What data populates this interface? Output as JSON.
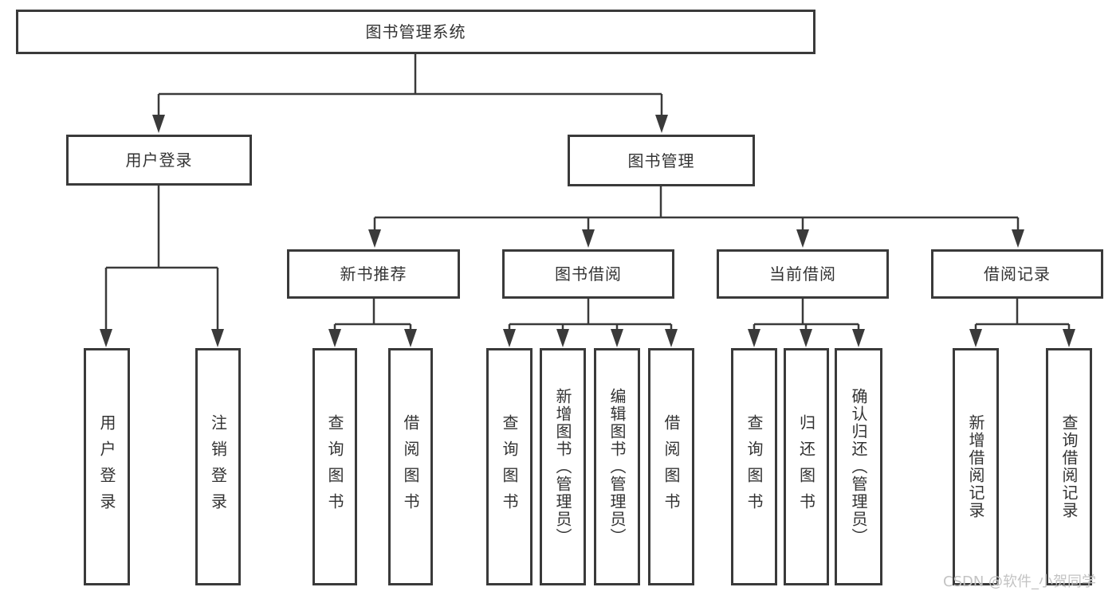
{
  "diagram": {
    "title": "图书管理系统",
    "nodes": {
      "root": {
        "label": "图书管理系统"
      },
      "user_login": {
        "label": "用户登录"
      },
      "book_mgmt": {
        "label": "图书管理"
      },
      "new_book": {
        "label": "新书推荐"
      },
      "book_borrow": {
        "label": "图书借阅"
      },
      "current_borrow": {
        "label": "当前借阅"
      },
      "borrow_record": {
        "label": "借阅记录"
      },
      "leaf_user_login": {
        "label": "用户登录"
      },
      "leaf_logout": {
        "label": "注销登录"
      },
      "leaf_query_book_1": {
        "label": "查询图书"
      },
      "leaf_borrow_book_1": {
        "label": "借阅图书"
      },
      "leaf_query_book_2": {
        "label": "查询图书"
      },
      "leaf_add_book": {
        "label": "新增图书（管理员）"
      },
      "leaf_edit_book": {
        "label": "编辑图书（管理员）"
      },
      "leaf_borrow_book_2": {
        "label": "借阅图书"
      },
      "leaf_query_book_3": {
        "label": "查询图书"
      },
      "leaf_return_book": {
        "label": "归还图书"
      },
      "leaf_confirm_return": {
        "label": "确认归还（管理员）"
      },
      "leaf_add_record": {
        "label": "新增借阅记录"
      },
      "leaf_query_record": {
        "label": "查询借阅记录"
      }
    },
    "hierarchy": {
      "图书管理系统": [
        "用户登录",
        "图书管理"
      ],
      "用户登录": [
        "用户登录",
        "注销登录"
      ],
      "图书管理": [
        "新书推荐",
        "图书借阅",
        "当前借阅",
        "借阅记录"
      ],
      "新书推荐": [
        "查询图书",
        "借阅图书"
      ],
      "图书借阅": [
        "查询图书",
        "新增图书（管理员）",
        "编辑图书（管理员）",
        "借阅图书"
      ],
      "当前借阅": [
        "查询图书",
        "归还图书",
        "确认归还（管理员）"
      ],
      "借阅记录": [
        "新增借阅记录",
        "查询借阅记录"
      ]
    }
  },
  "watermark": {
    "text": "CSDN @软件_小贺同学"
  },
  "colors": {
    "line": "#3a3a3a",
    "text": "#333333",
    "background": "#ffffff",
    "watermark": "#c3c3c3"
  }
}
